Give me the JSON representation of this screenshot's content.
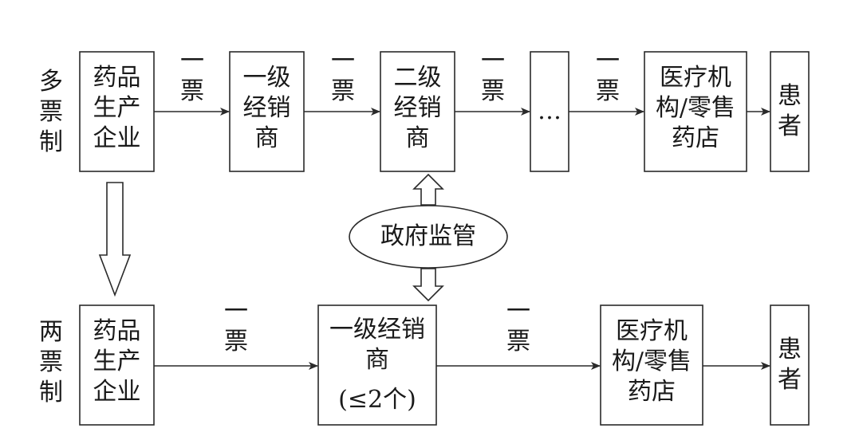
{
  "rows": {
    "multi": {
      "label": "多票制",
      "nodes": [
        "药品生产企业",
        "一级经销商",
        "二级经销商",
        "…",
        "医疗机构/零售药店",
        "患者"
      ],
      "edge_label": "一票"
    },
    "two": {
      "label": "两票制",
      "nodes": [
        "药品生产企业",
        "一级经销商",
        "(≤2个)",
        "医疗机构/零售药店",
        "患者"
      ],
      "edge_label": "一票"
    }
  },
  "regulator": "政府监管"
}
